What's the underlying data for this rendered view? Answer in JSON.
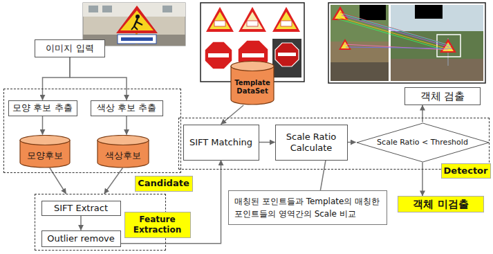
{
  "diagram": {
    "nodes": [
      {
        "text": [
          "이미지 입력"
        ]
      },
      {
        "text": [
          "Candidate"
        ]
      },
      {
        "text": [
          "모양 후보 추출"
        ],
        "in": 1
      },
      {
        "text": [
          "색상 후보 추출"
        ],
        "in": 1
      },
      {
        "text": [
          "모양후보"
        ],
        "in": 1
      },
      {
        "text": [
          "색상후보"
        ],
        "in": 1
      },
      {
        "text": [
          "Feature Extraction"
        ]
      },
      {
        "text": [
          "SIFT Extract"
        ],
        "in": 6
      },
      {
        "text": [
          "Outlier remove"
        ],
        "in": 6
      },
      {
        "text": [
          "Template DataSet"
        ]
      },
      {
        "text": [
          "객체 검출"
        ]
      },
      {
        "text": [
          "Detector"
        ]
      },
      {
        "text": [
          "SIFT Matching"
        ],
        "in": 11
      },
      {
        "text": [
          "Scale Ratio Calculate"
        ],
        "in": 11
      },
      {
        "text": [
          "Scale Ratio < Threshold"
        ],
        "in": 11
      },
      {
        "text": [
          "매칭된 포인트들과 Template의 매칭한 포인트들의 영역간의 Scale 비교"
        ]
      },
      {
        "text": [
          "객체 미검출"
        ]
      }
    ],
    "edges": [
      {
        "from": 0,
        "to": 2,
        "arrow": "to"
      },
      {
        "from": 0,
        "to": 3,
        "arrow": "to"
      },
      {
        "from": 2,
        "to": 4,
        "arrow": "to"
      },
      {
        "from": 3,
        "to": 5,
        "arrow": "to"
      },
      {
        "from": 4,
        "to": 6,
        "arrow": "to"
      },
      {
        "from": 5,
        "to": 6,
        "arrow": "to"
      },
      {
        "from": 7,
        "to": 8,
        "arrow": "to"
      },
      {
        "from": 8,
        "to": 12,
        "arrow": "to"
      },
      {
        "from": 9,
        "to": 12,
        "arrow": "to"
      },
      {
        "from": 12,
        "to": 13,
        "arrow": "to"
      },
      {
        "from": 13,
        "to": 14,
        "arrow": "to"
      },
      {
        "from": 14,
        "to": 10,
        "arrow": "to"
      },
      {
        "from": 14,
        "to": 16,
        "arrow": "to"
      },
      {
        "from": 13,
        "to": 15,
        "arrow": "none"
      }
    ]
  }
}
